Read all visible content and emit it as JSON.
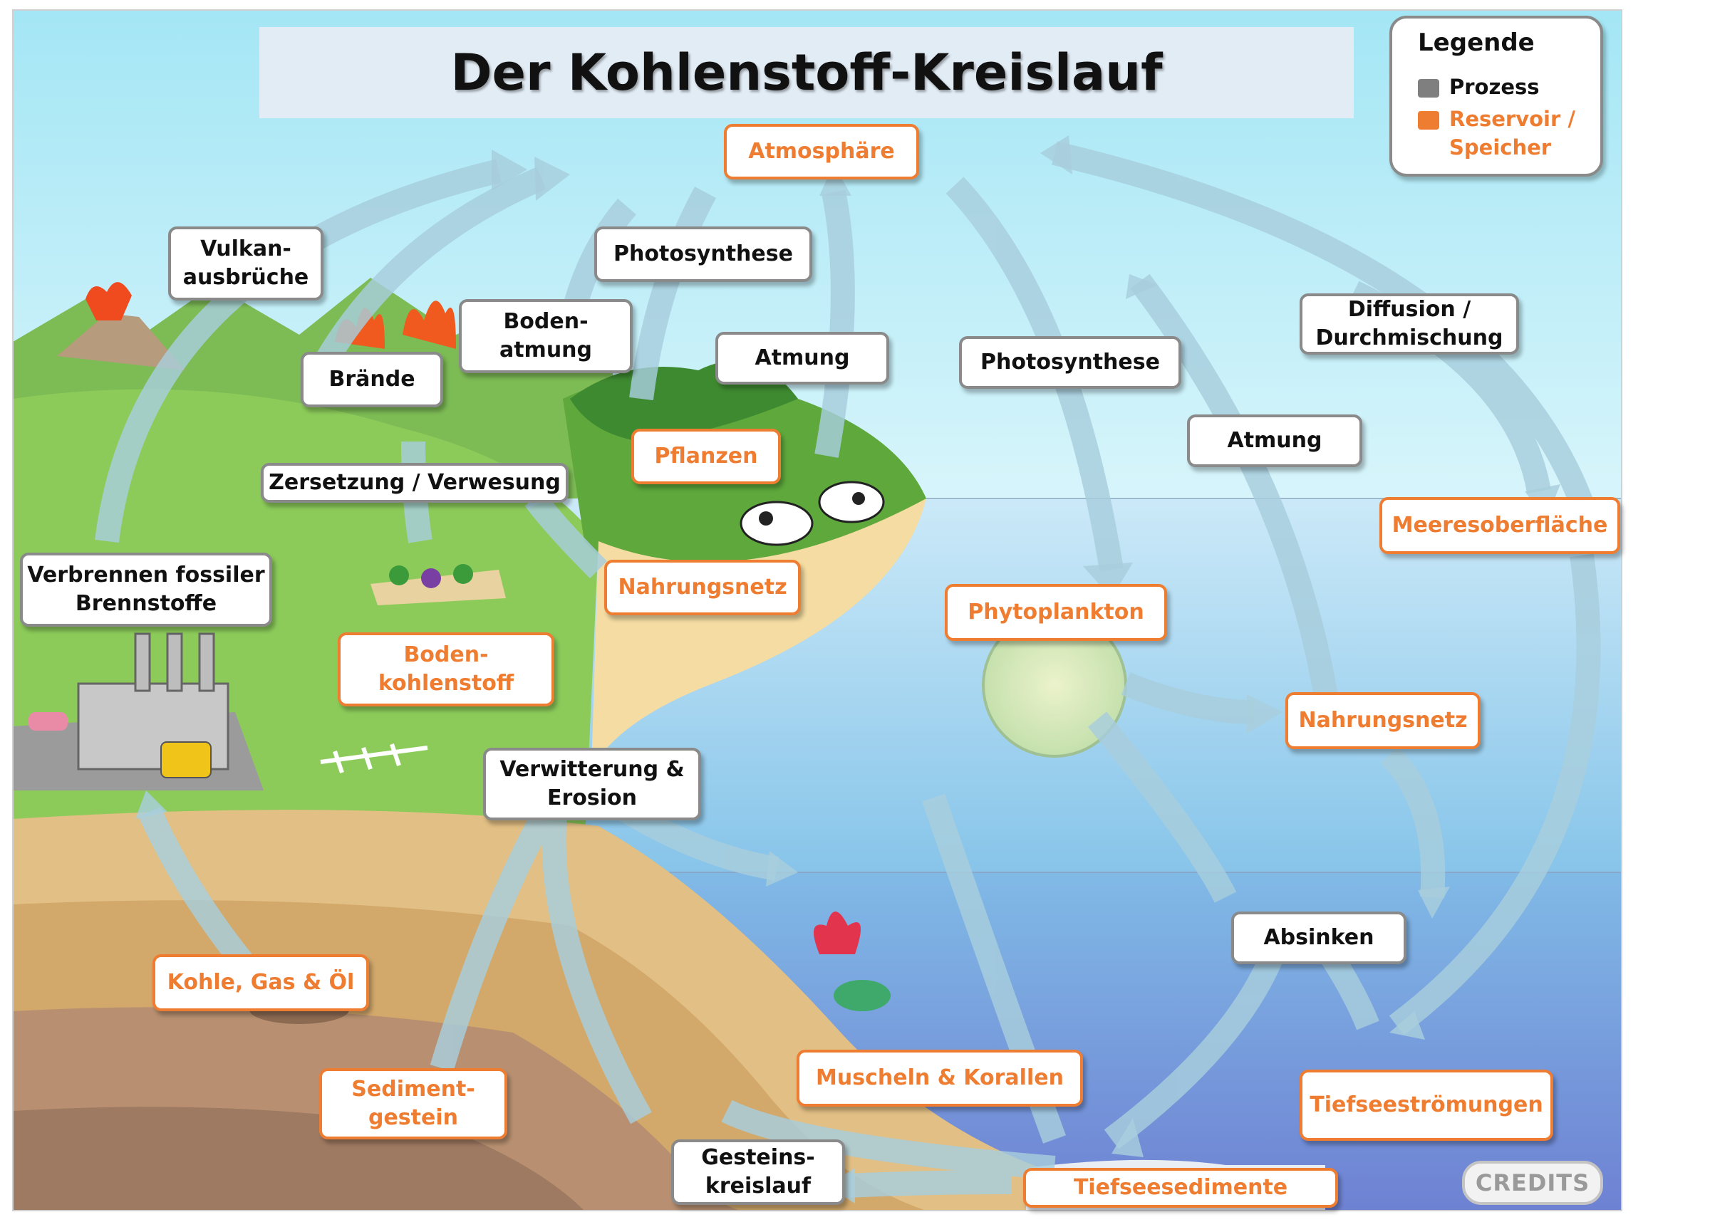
{
  "title": "Der Kohlenstoff-Kreislauf",
  "legend": {
    "title": "Legende",
    "items": [
      {
        "label": "Prozess",
        "color": "#7f7f7f"
      },
      {
        "label": "Reservoir /\nSpeicher",
        "color": "#ef7d31"
      }
    ]
  },
  "colors": {
    "process_border": "#8a8a8a",
    "reservoir": "#ef7d31",
    "sky": "#b7ecf7",
    "sea": "#8fc7ea",
    "land": "#8ccb5a"
  },
  "processes": {
    "vulkan": "Vulkan-\nausbrüche",
    "braende": "Brände",
    "bodenatmung": "Boden-\natmung",
    "photosynthese_land": "Photosynthese",
    "atmung_land": "Atmung",
    "zersetzung": "Zersetzung / Verwesung",
    "verbrennen": "Verbrennen fossiler\nBrennstoffe",
    "verwitterung": "Verwitterung &\nErosion",
    "photosynthese_meer": "Photosynthese",
    "diffusion": "Diffusion /\nDurchmischung",
    "atmung_meer": "Atmung",
    "absinken": "Absinken",
    "gesteinskreislauf": "Gesteins-\nkreislauf"
  },
  "reservoirs": {
    "atmosphaere": "Atmosphäre",
    "pflanzen": "Pflanzen",
    "nahrungsnetz_land": "Nahrungsnetz",
    "bodenkohlenstoff": "Boden-\nkohlenstoff",
    "kohle": "Kohle, Gas & Öl",
    "sediment": "Sediment-\ngestein",
    "muscheln": "Muscheln & Korallen",
    "tiefseesedimente": "Tiefseesedimente",
    "phytoplankton": "Phytoplankton",
    "nahrungsnetz_meer": "Nahrungsnetz",
    "meeresoberflaeche": "Meeresoberfläche",
    "tiefseestroemungen": "Tiefseeströmungen"
  },
  "credits": "CREDITS"
}
